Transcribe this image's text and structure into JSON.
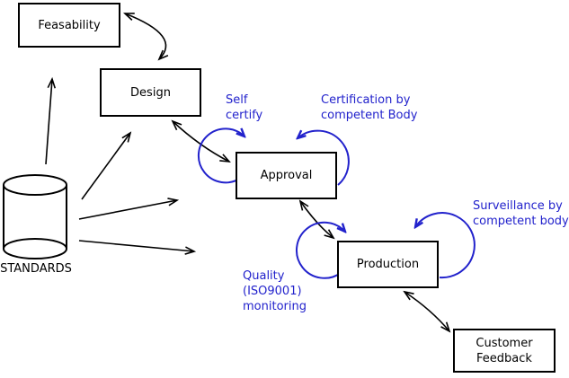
{
  "diagram": {
    "boxes": {
      "feasibility": {
        "label": "Feasability"
      },
      "design": {
        "label": "Design"
      },
      "approval": {
        "label": "Approval"
      },
      "production": {
        "label": "Production"
      },
      "feedback": {
        "lines": [
          "Customer",
          "Feedback"
        ]
      }
    },
    "datastore": {
      "label": "STANDARDS"
    },
    "annotations": {
      "self_certify": {
        "lines": [
          "Self",
          "certify"
        ]
      },
      "certification": {
        "lines": [
          "Certification by",
          "competent Body"
        ]
      },
      "surveillance": {
        "lines": [
          "Surveillance by",
          "competent body"
        ]
      },
      "quality": {
        "lines": [
          "Quality",
          "(ISO9001)",
          "monitoring"
        ]
      }
    },
    "colors": {
      "annotation_blue": "#2222cc",
      "line_black": "#000000",
      "background": "#ffffff"
    }
  }
}
